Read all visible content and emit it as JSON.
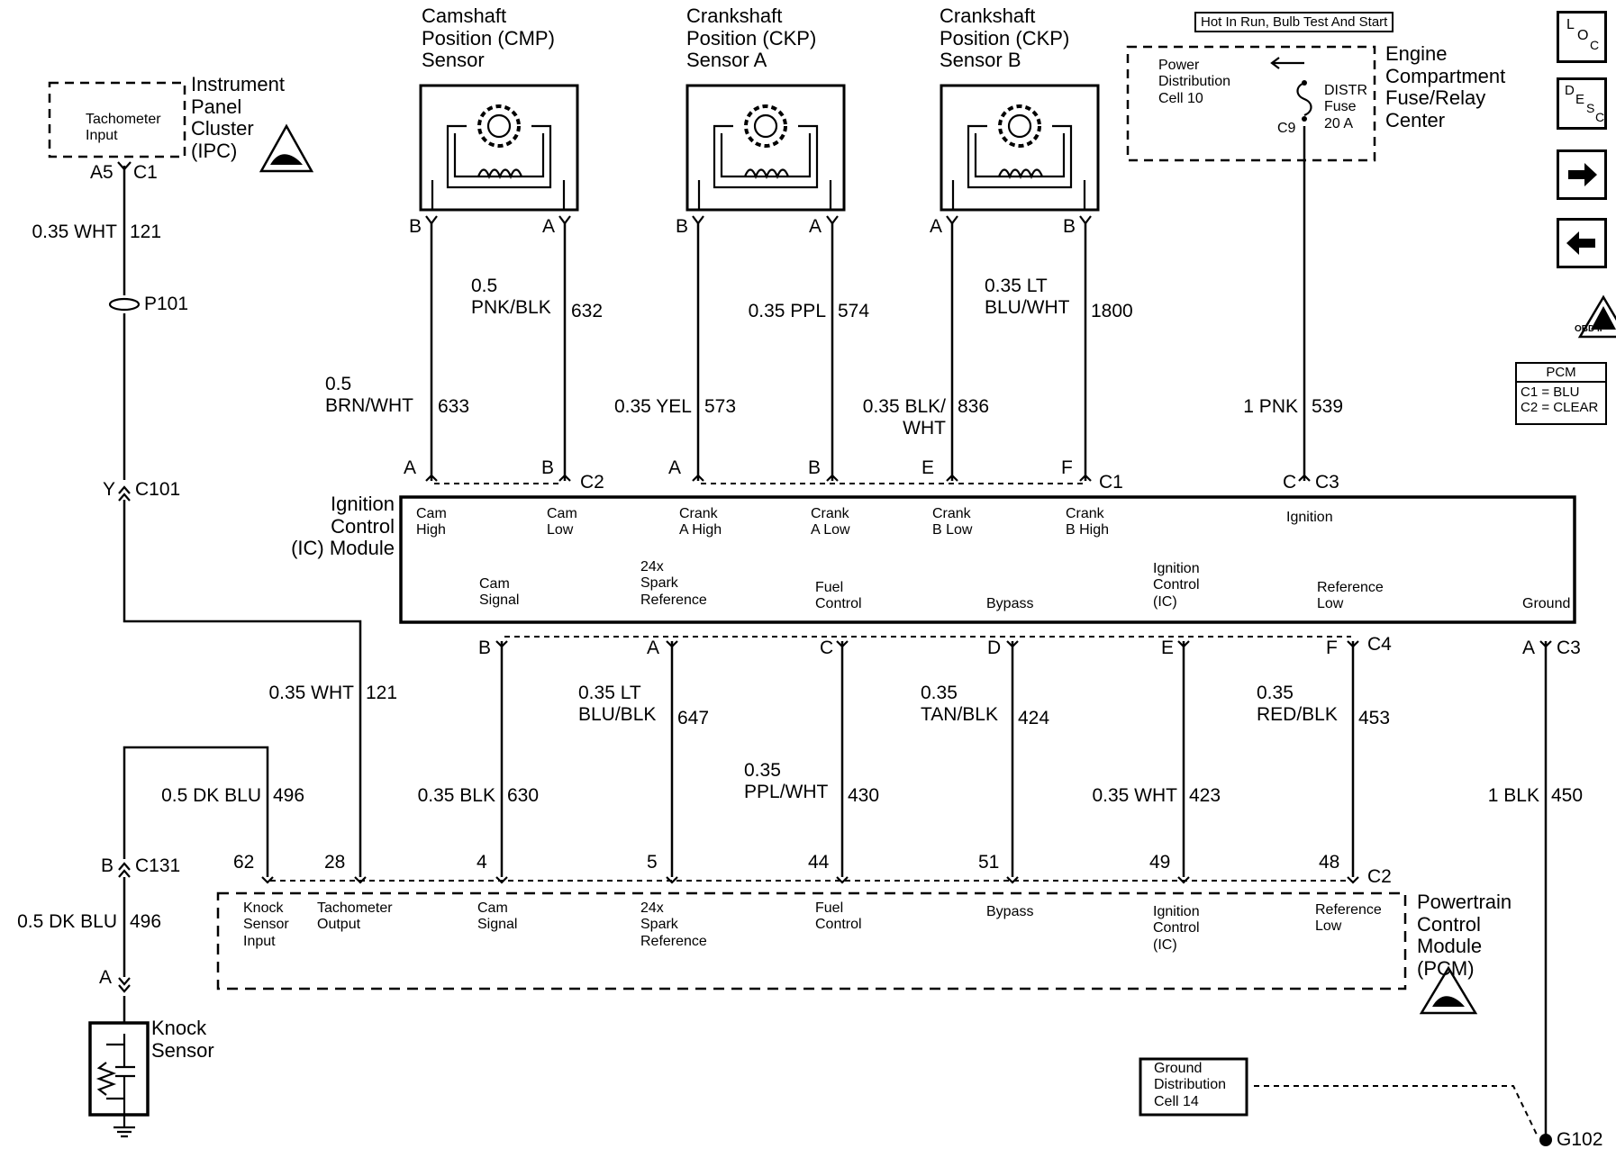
{
  "components": {
    "ipc": {
      "name": "Instrument\nPanel\nCluster\n(IPC)",
      "pin_label": "Tachometer\nInput",
      "conn": "A5",
      "conn_id": "C1"
    },
    "cmp": {
      "name": "Camshaft\nPosition (CMP)\nSensor",
      "pins": [
        "B",
        "A"
      ]
    },
    "ckp_a": {
      "name": "Crankshaft\nPosition (CKP)\nSensor A",
      "pins": [
        "B",
        "A"
      ]
    },
    "ckp_b": {
      "name": "Crankshaft\nPosition (CKP)\nSensor B",
      "pins": [
        "A",
        "B"
      ]
    },
    "fuse_center": {
      "name": "Engine\nCompartment\nFuse/Relay\nCenter",
      "hot_label": "Hot In Run, Bulb Test And Start",
      "pdc_label": "Power\nDistribution\nCell 10",
      "fuse_label": "DISTR\nFuse\n20 A",
      "fuse_conn": "C9"
    },
    "icm": {
      "name": "Ignition\nControl\n(IC) Module",
      "top_labels": [
        "Cam\nHigh",
        "Cam\nLow",
        "Crank\nA High",
        "Crank\nA Low",
        "Crank\nB Low",
        "Crank\nB High",
        "Ignition"
      ],
      "bottom_labels": [
        "Cam\nSignal",
        "24x\nSpark\nReference",
        "Fuel\nControl",
        "Bypass",
        "Ignition\nControl\n(IC)",
        "Reference\nLow",
        "Ground"
      ]
    },
    "pcm": {
      "name": "Powertrain\nControl\nModule\n(PCM)",
      "labels": [
        "Knock\nSensor\nInput",
        "Tachometer\nOutput",
        "Cam\nSignal",
        "24x\nSpark\nReference",
        "Fuel\nControl",
        "Bypass",
        "Ignition\nControl\n(IC)",
        "Reference\nLow"
      ],
      "pins": [
        "62",
        "28",
        "4",
        "5",
        "44",
        "51",
        "49",
        "48"
      ],
      "conn": "C2"
    },
    "knock": {
      "name": "Knock\nSensor",
      "pin": "A"
    },
    "ground_cell": {
      "name": "Ground\nDistribution\nCell 14"
    },
    "ground": {
      "name": "G102"
    }
  },
  "wires": [
    {
      "label": "0.35 WHT",
      "circuit": "121"
    },
    {
      "label": "0.35 WHT",
      "circuit": "121"
    },
    {
      "label": "0.5\nBRN/WHT",
      "circuit": "633"
    },
    {
      "label": "0.5\nPNK/BLK",
      "circuit": "632"
    },
    {
      "label": "0.35 YEL",
      "circuit": "573"
    },
    {
      "label": "0.35 PPL",
      "circuit": "574"
    },
    {
      "label": "0.35 BLK/\nWHT",
      "circuit": "836"
    },
    {
      "label": "0.35 LT\nBLU/WHT",
      "circuit": "1800"
    },
    {
      "label": "1 PNK",
      "circuit": "539"
    },
    {
      "label": "0.5 DK BLU",
      "circuit": "496"
    },
    {
      "label": "0.5 DK BLU",
      "circuit": "496"
    },
    {
      "label": "0.35 BLK",
      "circuit": "630"
    },
    {
      "label": "0.35 LT\nBLU/BLK",
      "circuit": "647"
    },
    {
      "label": "0.35\nPPL/WHT",
      "circuit": "430"
    },
    {
      "label": "0.35\nTAN/BLK",
      "circuit": "424"
    },
    {
      "label": "0.35 WHT",
      "circuit": "423"
    },
    {
      "label": "0.35\nRED/BLK",
      "circuit": "453"
    },
    {
      "label": "1 BLK",
      "circuit": "450"
    }
  ],
  "connectors": {
    "p101": "P101",
    "c101": "C101",
    "c101_pin": "Y",
    "c131": "C131",
    "c131_pin": "B",
    "icm_top_pins": [
      "A",
      "B",
      "A",
      "B",
      "E",
      "F",
      "C"
    ],
    "icm_top_conns": [
      "C2",
      "C1",
      "C3"
    ],
    "icm_bottom_pins": [
      "B",
      "A",
      "C",
      "D",
      "E",
      "F",
      "A"
    ],
    "icm_bottom_conns": [
      "C4",
      "C3"
    ]
  },
  "nav": {
    "loc": [
      "L",
      "O",
      "C"
    ],
    "desc": [
      "D",
      "E",
      "S",
      "C"
    ],
    "next": "next-arrow",
    "prev": "prev-arrow",
    "obd": "OBD II"
  },
  "legend": {
    "title": "PCM",
    "lines": [
      "C1 = BLU",
      "C2 = CLEAR"
    ]
  },
  "colors": {
    "line": "#000000",
    "background": "#ffffff"
  }
}
